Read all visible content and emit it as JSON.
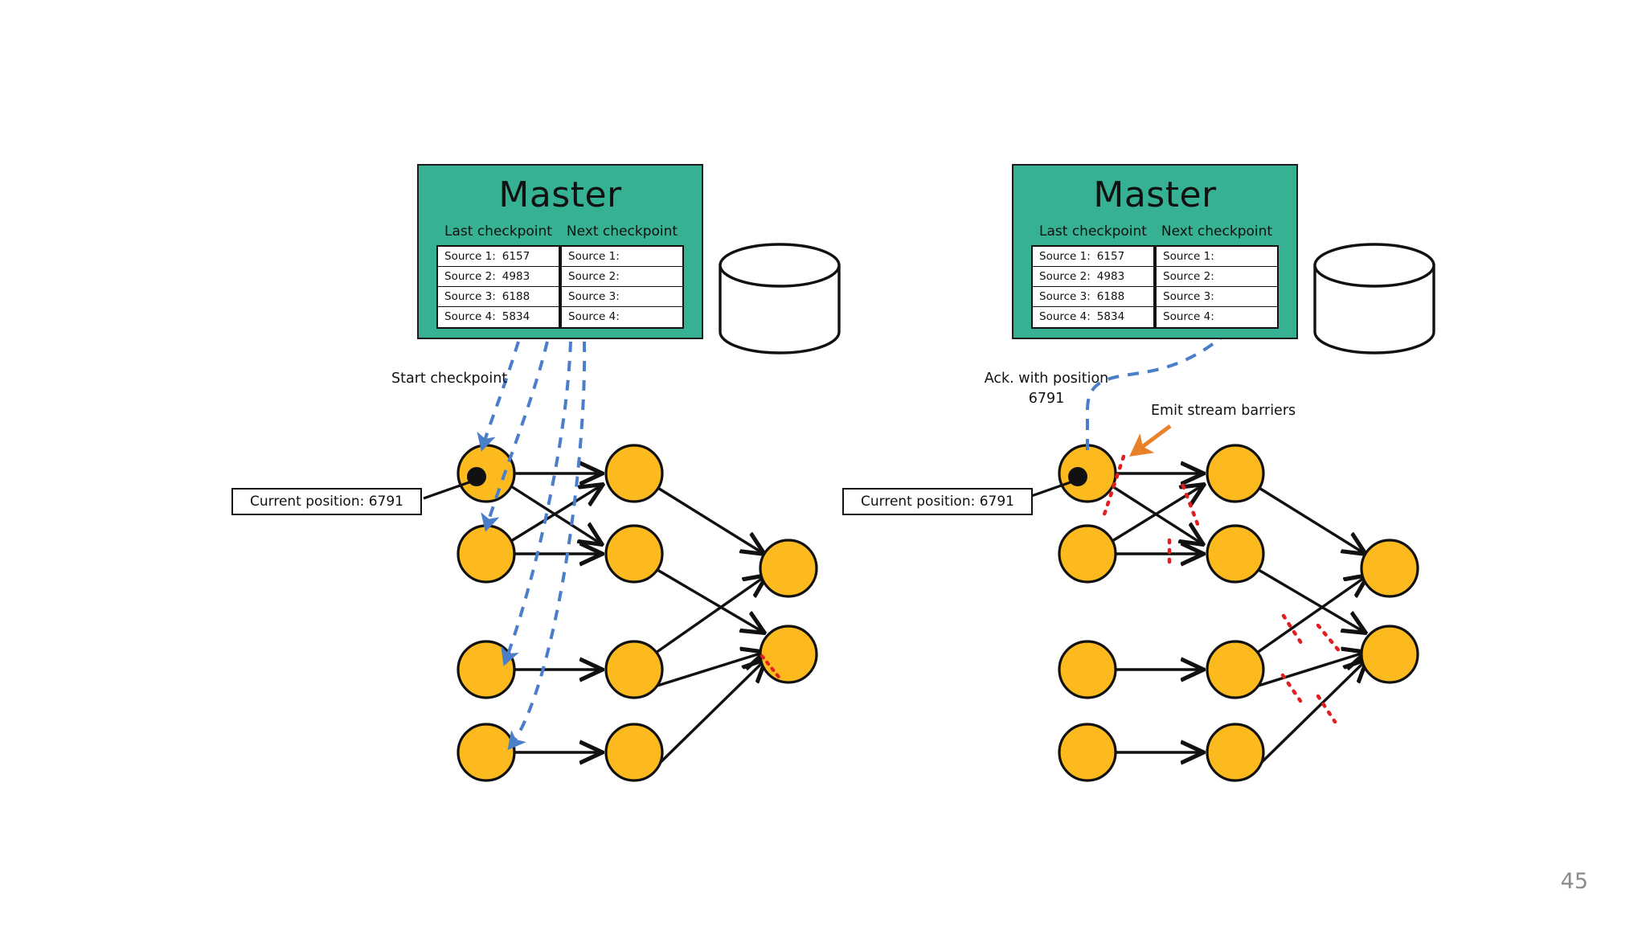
{
  "slide": {
    "page_number": "45",
    "background": "#ffffff"
  },
  "colors": {
    "master_fill": "#36b193",
    "master_border": "#1d1d1d",
    "node_fill": "#fcba1e",
    "node_border": "#111111",
    "edge": "#111111",
    "checkpoint_dash": "#4a7ec9",
    "barrier_dash": "#e02020",
    "emit_arrow": "#e8812a",
    "page_number": "#8b8b8b"
  },
  "panels": [
    {
      "id": "left",
      "master": {
        "title": "Master",
        "last_checkpoint": {
          "heading": "Last checkpoint",
          "rows": [
            {
              "label": "Source 1:",
              "value": "6157"
            },
            {
              "label": "Source 2:",
              "value": "4983"
            },
            {
              "label": "Source 3:",
              "value": "6188"
            },
            {
              "label": "Source 4:",
              "value": "5834"
            }
          ]
        },
        "next_checkpoint": {
          "heading": "Next checkpoint",
          "rows": [
            {
              "label": "Source 1:",
              "value": ""
            },
            {
              "label": "Source 2:",
              "value": ""
            },
            {
              "label": "Source 3:",
              "value": ""
            },
            {
              "label": "Source 4:",
              "value": ""
            }
          ]
        }
      },
      "storage_label": "database-cylinder",
      "annotations": [
        {
          "name": "start-checkpoint-label",
          "text": "Start checkpoint"
        }
      ],
      "position_box": "Current position: 6791"
    },
    {
      "id": "right",
      "master": {
        "title": "Master",
        "last_checkpoint": {
          "heading": "Last checkpoint",
          "rows": [
            {
              "label": "Source 1:",
              "value": "6157"
            },
            {
              "label": "Source 2:",
              "value": "4983"
            },
            {
              "label": "Source 3:",
              "value": "6188"
            },
            {
              "label": "Source 4:",
              "value": "5834"
            }
          ]
        },
        "next_checkpoint": {
          "heading": "Next checkpoint",
          "rows": [
            {
              "label": "Source 1:",
              "value": ""
            },
            {
              "label": "Source 2:",
              "value": ""
            },
            {
              "label": "Source 3:",
              "value": ""
            },
            {
              "label": "Source 4:",
              "value": ""
            }
          ]
        }
      },
      "storage_label": "database-cylinder",
      "annotations": [
        {
          "name": "ack-position-label-line1",
          "text": "Ack. with position"
        },
        {
          "name": "ack-position-label-line2",
          "text": "6791"
        },
        {
          "name": "emit-stream-barriers-label",
          "text": "Emit stream barriers"
        }
      ],
      "position_box": "Current position: 6791"
    }
  ],
  "dataflow": {
    "description": "4 source operators -> 4 middle operators -> 2 sink operators",
    "source_count": 4,
    "middle_count": 4,
    "sink_count": 2
  }
}
